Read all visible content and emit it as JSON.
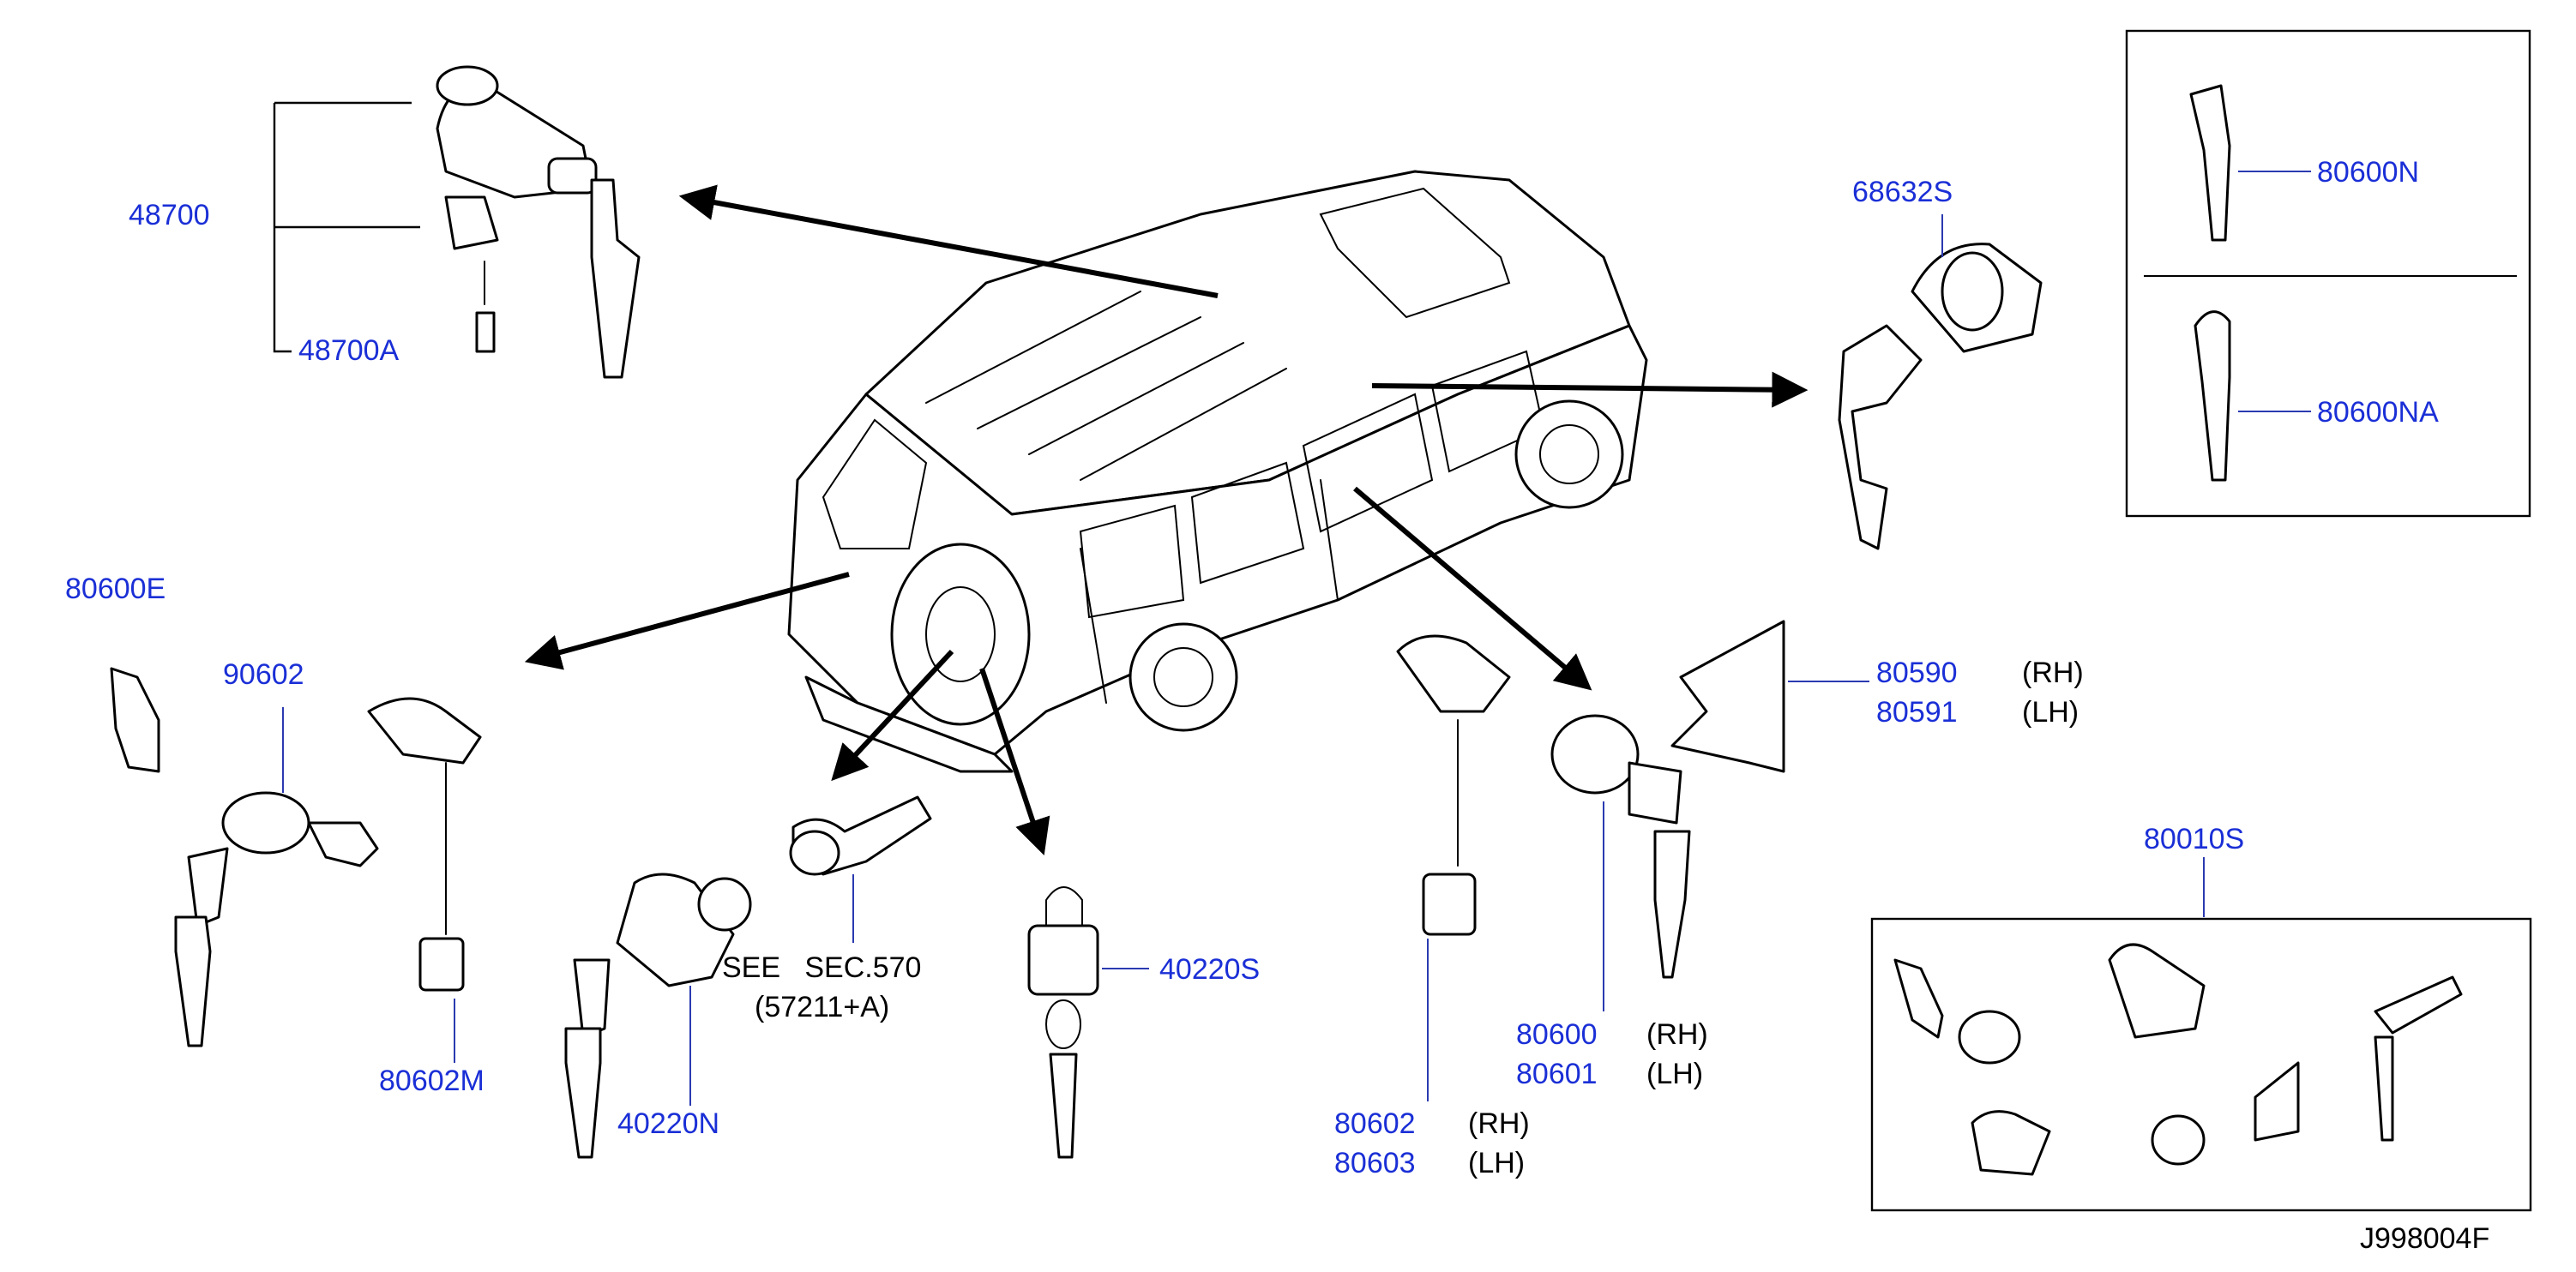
{
  "diagram": {
    "callouts": {
      "p48700": "48700",
      "p48700A": "48700A",
      "p68632S": "68632S",
      "p80600N": "80600N",
      "p80600NA": "80600NA",
      "p80600E": "80600E",
      "p90602": "90602",
      "p80602M": "80602M",
      "p40220N": "40220N",
      "p40220S": "40220S",
      "p80590": "80590",
      "p80591": "80591",
      "p80600": "80600",
      "p80601": "80601",
      "p80602": "80602",
      "p80603": "80603",
      "p80010S": "80010S"
    },
    "side_notes": {
      "rh1": "(RH)",
      "lh1": "(LH)",
      "rh2": "(RH)",
      "lh2": "(LH)",
      "rh3": "(RH)",
      "lh3": "(LH)"
    },
    "see_note": {
      "line1": "SEE   SEC.570",
      "line2": "(57211+A)"
    },
    "figure_id": "J998004F"
  }
}
